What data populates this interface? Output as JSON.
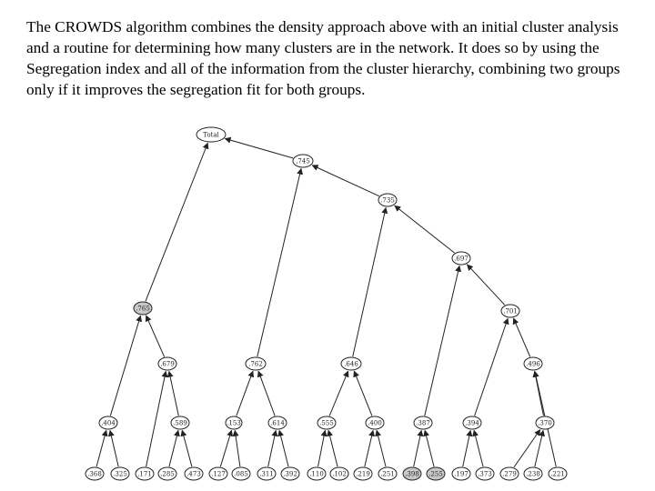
{
  "paragraph": "The CROWDS algorithm combines the density approach above with an initial cluster analysis and a routine for determining how many clusters are in the network.  It does so by using the Segregation index and all of the information from the cluster hierarchy, combining two groups only if it improves the segregation fit for both groups.",
  "tree": {
    "nodes": [
      {
        "id": "total",
        "label": "Total",
        "shaded": false
      },
      {
        "id": "n745",
        "label": ".745",
        "shaded": false
      },
      {
        "id": "n735",
        "label": ".735",
        "shaded": false
      },
      {
        "id": "n697",
        "label": ".697",
        "shaded": false
      },
      {
        "id": "n765",
        "label": ".765",
        "shaded": true
      },
      {
        "id": "n701",
        "label": ".701",
        "shaded": false
      },
      {
        "id": "n679",
        "label": ".679",
        "shaded": false
      },
      {
        "id": "n762",
        "label": ".762",
        "shaded": false
      },
      {
        "id": "n646",
        "label": ".646",
        "shaded": false
      },
      {
        "id": "n496",
        "label": ".496",
        "shaded": false
      },
      {
        "id": "n404",
        "label": ".404",
        "shaded": false
      },
      {
        "id": "n589",
        "label": ".589",
        "shaded": false
      },
      {
        "id": "n153",
        "label": ".153",
        "shaded": false
      },
      {
        "id": "n614",
        "label": ".614",
        "shaded": false
      },
      {
        "id": "n555",
        "label": ".555",
        "shaded": false
      },
      {
        "id": "n400",
        "label": ".400",
        "shaded": false
      },
      {
        "id": "n387",
        "label": ".387",
        "shaded": false
      },
      {
        "id": "n394",
        "label": ".394",
        "shaded": false
      },
      {
        "id": "n370",
        "label": ".370",
        "shaded": false
      },
      {
        "id": "l368",
        "label": ".368",
        "shaded": false
      },
      {
        "id": "l325",
        "label": ".325",
        "shaded": false
      },
      {
        "id": "l171",
        "label": ".171",
        "shaded": false
      },
      {
        "id": "l285",
        "label": ".285",
        "shaded": false
      },
      {
        "id": "l473",
        "label": ".473",
        "shaded": false
      },
      {
        "id": "l127",
        "label": ".127",
        "shaded": false
      },
      {
        "id": "l085",
        "label": ".085",
        "shaded": false
      },
      {
        "id": "l311",
        "label": ".311",
        "shaded": false
      },
      {
        "id": "l392",
        "label": ".392",
        "shaded": false
      },
      {
        "id": "l110",
        "label": ".110",
        "shaded": false
      },
      {
        "id": "l102",
        "label": ".102",
        "shaded": false
      },
      {
        "id": "l219",
        "label": ".219",
        "shaded": false
      },
      {
        "id": "l251",
        "label": ".251",
        "shaded": false
      },
      {
        "id": "l398",
        "label": ".398",
        "shaded": true
      },
      {
        "id": "l255",
        "label": ".255",
        "shaded": true
      },
      {
        "id": "l197",
        "label": ".197",
        "shaded": false
      },
      {
        "id": "l373",
        "label": ".373",
        "shaded": false
      },
      {
        "id": "l279",
        "label": ".279",
        "shaded": false
      },
      {
        "id": "l238",
        "label": ".238",
        "shaded": false
      },
      {
        "id": "l221",
        "label": ".221",
        "shaded": false
      }
    ],
    "edges": [
      [
        "n765",
        "total"
      ],
      [
        "n745",
        "total"
      ],
      [
        "n762",
        "n745"
      ],
      [
        "n735",
        "n745"
      ],
      [
        "n646",
        "n735"
      ],
      [
        "n697",
        "n735"
      ],
      [
        "n387",
        "n697"
      ],
      [
        "n701",
        "n697"
      ],
      [
        "n394",
        "n701"
      ],
      [
        "n496",
        "n701"
      ],
      [
        "n404",
        "n765"
      ],
      [
        "n679",
        "n765"
      ],
      [
        "n589",
        "n679"
      ],
      [
        "l171",
        "n679"
      ],
      [
        "n153",
        "n762"
      ],
      [
        "n614",
        "n762"
      ],
      [
        "n555",
        "n646"
      ],
      [
        "n400",
        "n646"
      ],
      [
        "n370",
        "n496"
      ],
      [
        "l221",
        "n496"
      ],
      [
        "l368",
        "n404"
      ],
      [
        "l325",
        "n404"
      ],
      [
        "l285",
        "n589"
      ],
      [
        "l473",
        "n589"
      ],
      [
        "l127",
        "n153"
      ],
      [
        "l085",
        "n153"
      ],
      [
        "l311",
        "n614"
      ],
      [
        "l392",
        "n614"
      ],
      [
        "l110",
        "n555"
      ],
      [
        "l102",
        "n555"
      ],
      [
        "l219",
        "n400"
      ],
      [
        "l251",
        "n400"
      ],
      [
        "l398",
        "n387"
      ],
      [
        "l255",
        "n387"
      ],
      [
        "l197",
        "n394"
      ],
      [
        "l373",
        "n394"
      ],
      [
        "l279",
        "n370"
      ],
      [
        "l238",
        "n370"
      ]
    ]
  }
}
